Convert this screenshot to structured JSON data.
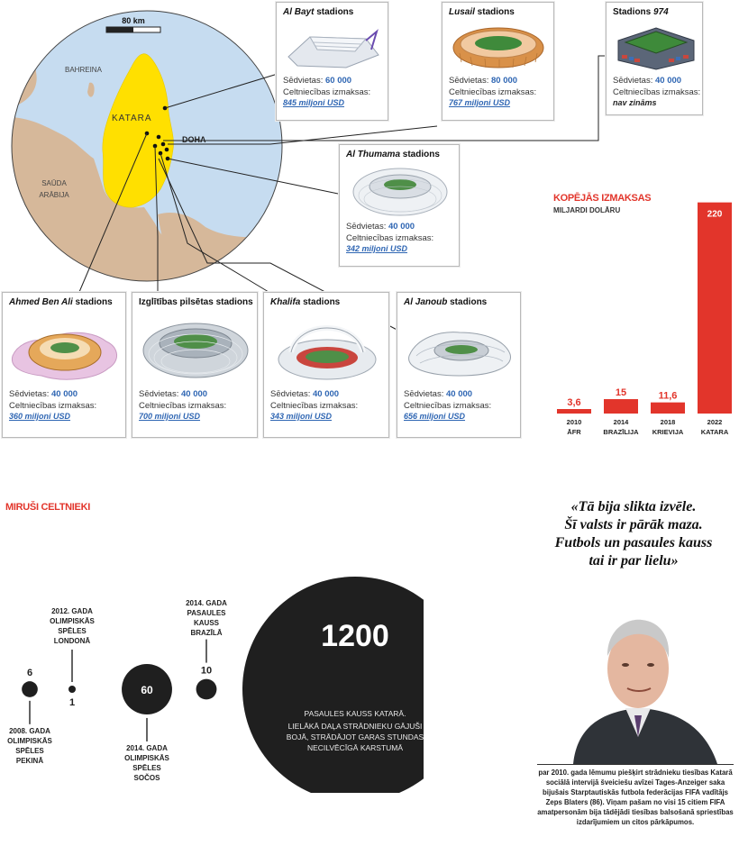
{
  "map": {
    "scale_label": "80 km",
    "labels": {
      "bahrain": "BAHREINA",
      "qatar": "KATARA",
      "doha": "DOHA",
      "saudi_line1": "SAŪDA",
      "saudi_line2": "ARĀBIJA"
    },
    "colors": {
      "sea": "#c6dcf0",
      "land": "#d6b89a",
      "qatar": "#ffe000"
    }
  },
  "stadiums": [
    {
      "title_italic": "Al Bayt",
      "title_rest": " stadions",
      "capacity_label": "Sēdvietas: ",
      "capacity": "60 000",
      "cost_label": "Celtniecības izmaksas:",
      "cost": "845 miljoni USD"
    },
    {
      "title_italic": "Lusail",
      "title_rest": " stadions",
      "capacity_label": "Sēdvietas: ",
      "capacity": "80 000",
      "cost_label": "Celtniecības izmaksas:",
      "cost": "767 miljoni USD"
    },
    {
      "title_rest": "Stadions ",
      "title_italic": "974",
      "capacity_label": "Sēdvietas: ",
      "capacity": "40 000",
      "cost_label": "Celtniecības izmaksas:",
      "cost": "nav zināms"
    },
    {
      "title_italic": "Al Thumama",
      "title_rest": " stadions",
      "capacity_label": "Sēdvietas: ",
      "capacity": "40 000",
      "cost_label": "Celtniecības izmaksas:",
      "cost": "342 miljoni USD"
    },
    {
      "title_italic": "Ahmed Ben Ali",
      "title_rest": " stadions",
      "capacity_label": "Sēdvietas: ",
      "capacity": "40 000",
      "cost_label": "Celtniecības izmaksas:",
      "cost": "360 miljoni USD"
    },
    {
      "title_rest": "Izglītības pilsētas stadions",
      "capacity_label": "Sēdvietas: ",
      "capacity": "40 000",
      "cost_label": "Celtniecības izmaksas:",
      "cost": "700 miljoni USD"
    },
    {
      "title_italic": "Khalifa",
      "title_rest": " stadions",
      "capacity_label": "Sēdvietas: ",
      "capacity": "40 000",
      "cost_label": "Celtniecības izmaksas:",
      "cost": "343 miljoni USD"
    },
    {
      "title_italic": "Al Janoub",
      "title_rest": " stadions",
      "capacity_label": "Sēdvietas: ",
      "capacity": "40 000",
      "cost_label": "Celtniecības izmaksas:",
      "cost": "656 miljoni USD"
    }
  ],
  "cost_title": "KOPĒJĀS IZMAKSAS",
  "cost_subtitle": "MILJARDI DOLĀRU",
  "chart_data": [
    {
      "type": "bar",
      "title": "KOPĒJĀS IZMAKSAS",
      "ylabel": "MILJARDI DOLĀRU",
      "categories": [
        [
          "2010",
          "ĀFR"
        ],
        [
          "2014",
          "BRAZĪLIJA"
        ],
        [
          "2018",
          "KRIEVIJA"
        ],
        [
          "2022",
          "KATARA"
        ]
      ],
      "values": [
        3.6,
        15,
        11.6,
        220
      ],
      "value_labels": [
        "3,6",
        "15",
        "11,6",
        "220"
      ],
      "ylim": [
        0,
        230
      ],
      "grid": false,
      "color": "#e2352b"
    },
    {
      "type": "bubble",
      "title": "MIRUŠI CELTNIEKI",
      "values": [
        6,
        1,
        60,
        10,
        1200
      ],
      "value_labels": [
        "6",
        "1",
        "60",
        "10",
        "1200"
      ],
      "labels": [
        [
          "2008. GADA",
          "OLIMPISKĀS",
          "SPĒLES",
          "PEKINĀ"
        ],
        [
          "2012. GADA",
          "OLIMPISKĀS",
          "SPĒLES",
          "LONDONĀ"
        ],
        [
          "2014. GADA",
          "OLIMPISKĀS",
          "SPĒLES",
          "SOČOS"
        ],
        [
          "2014. GADA",
          "PASAULES",
          "KAUSS",
          "BRAZĪLĀ"
        ],
        []
      ],
      "big_caption": [
        "PASAULES KAUSS KATARĀ.",
        "LIELĀKĀ DAĻA STRĀDNIEKU GĀJUŠI",
        "BOJĀ, STRĀDĀJOT GARAS STUNDAS",
        "NECILVĒCĪGĀ KARSTUMĀ"
      ],
      "color": "#1f1f1f"
    }
  ],
  "quote": {
    "line1": "«Tā bija slikta izvēle.",
    "line2": "Šī valsts ir pārāk maza.",
    "line3": "Futbols un pasaules kauss",
    "line4": "tai ir par lielu»"
  },
  "caption": "par 2010. gada lēmumu piešķirt strādnieku tiesības Katarā sociālā intervijā šveiciešu avīzei Tages-Anzeiger saka bijušais Starptautiskās futbola federācijas FIFA vadītājs Zeps Blaters (86). Viņam pašam no visi 15 citiem FIFA amatpersonām bija tādējādi tiesības balsošanā spriestības izdarījumiem un citos pārkāpumos."
}
